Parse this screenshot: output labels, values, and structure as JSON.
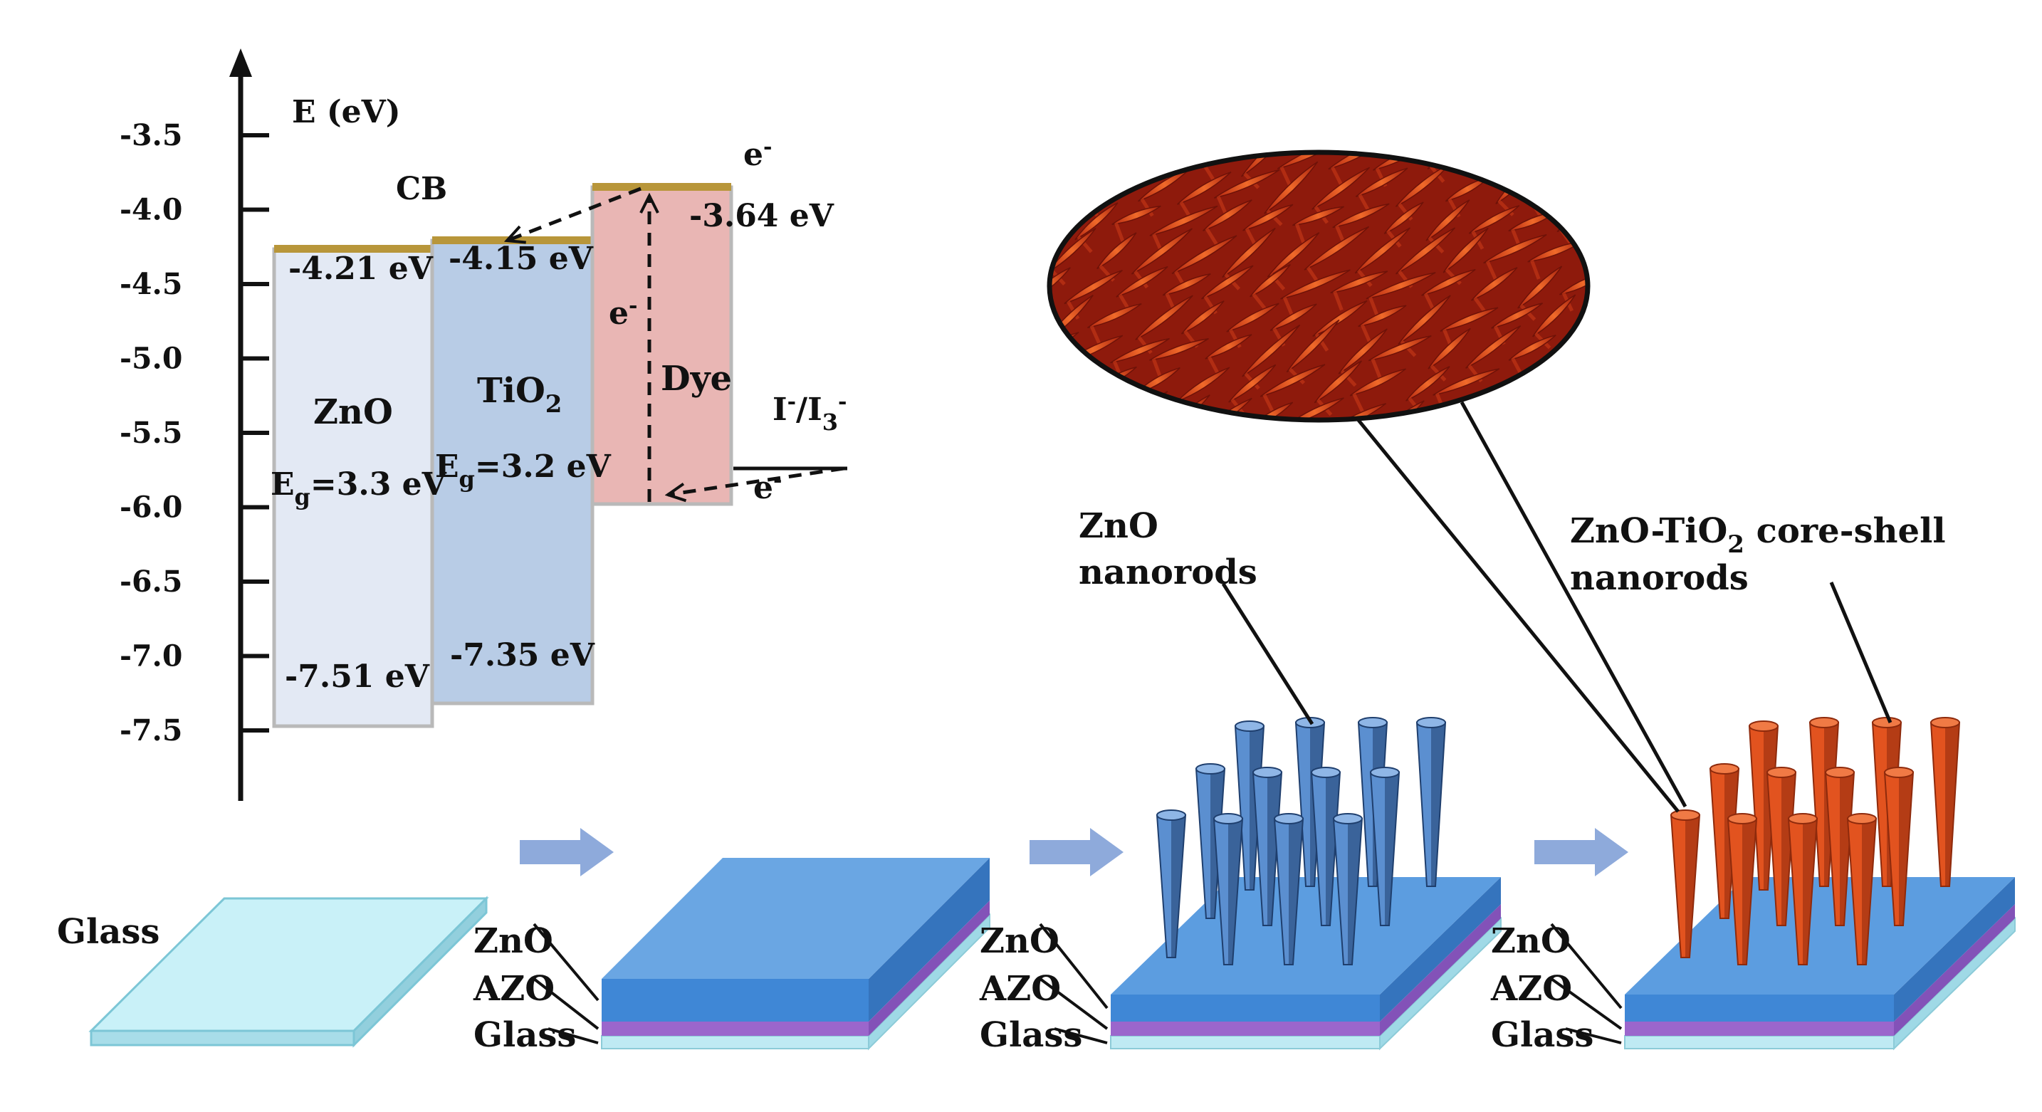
{
  "energy_diagram": {
    "axis_title": "E (eV)",
    "ticks": [
      "-3.5",
      "-4.0",
      "-4.5",
      "-5.0",
      "-5.5",
      "-6.0",
      "-6.5",
      "-7.0",
      "-7.5"
    ],
    "cb_label": "CB",
    "zno": {
      "name": "ZnO",
      "eg_sym": "E",
      "eg_sub": "g",
      "eg_val": "=3.3 eV",
      "cb": "-4.21 eV",
      "vb": "-7.51 eV"
    },
    "tio2": {
      "name_base": "TiO",
      "name_sub": "2",
      "eg_sym": "E",
      "eg_sub": "g",
      "eg_val": "=3.2 eV",
      "cb": "-4.15 eV",
      "vb": "-7.35 eV"
    },
    "dye": {
      "name": "Dye",
      "lumo": "-3.64 eV"
    },
    "electron": {
      "base": "e",
      "sup": "-"
    },
    "redox": {
      "i": "I",
      "sup1": "-",
      "slash": "/I",
      "sub": "3",
      "sup2": "-"
    }
  },
  "fabrication": {
    "glass_label": "Glass",
    "layer_labels": {
      "zno": "ZnO",
      "azo": "AZO",
      "glass": "Glass"
    },
    "zno_nanorods": {
      "line1": "ZnO",
      "line2": "nanorods"
    },
    "core_shell": {
      "prefix": "ZnO-TiO",
      "sub": "2",
      "suffix": " core-shell",
      "line2": "nanorods"
    }
  },
  "colors": {
    "zno_box": "#e3e9f4",
    "tio2_box": "#b8cce6",
    "dye_box": "#e9b6b4",
    "band_edge": "#b8963a",
    "arrow_fill": "#8eaadb",
    "glass": "#b7ecf5",
    "azo": "#9b66cc",
    "zno_film": "#4a90d9",
    "nanorod_blue": "#5b8fd0",
    "nanorod_orange": "#e2531f",
    "ellipse_bg": "#8e1a0c"
  }
}
